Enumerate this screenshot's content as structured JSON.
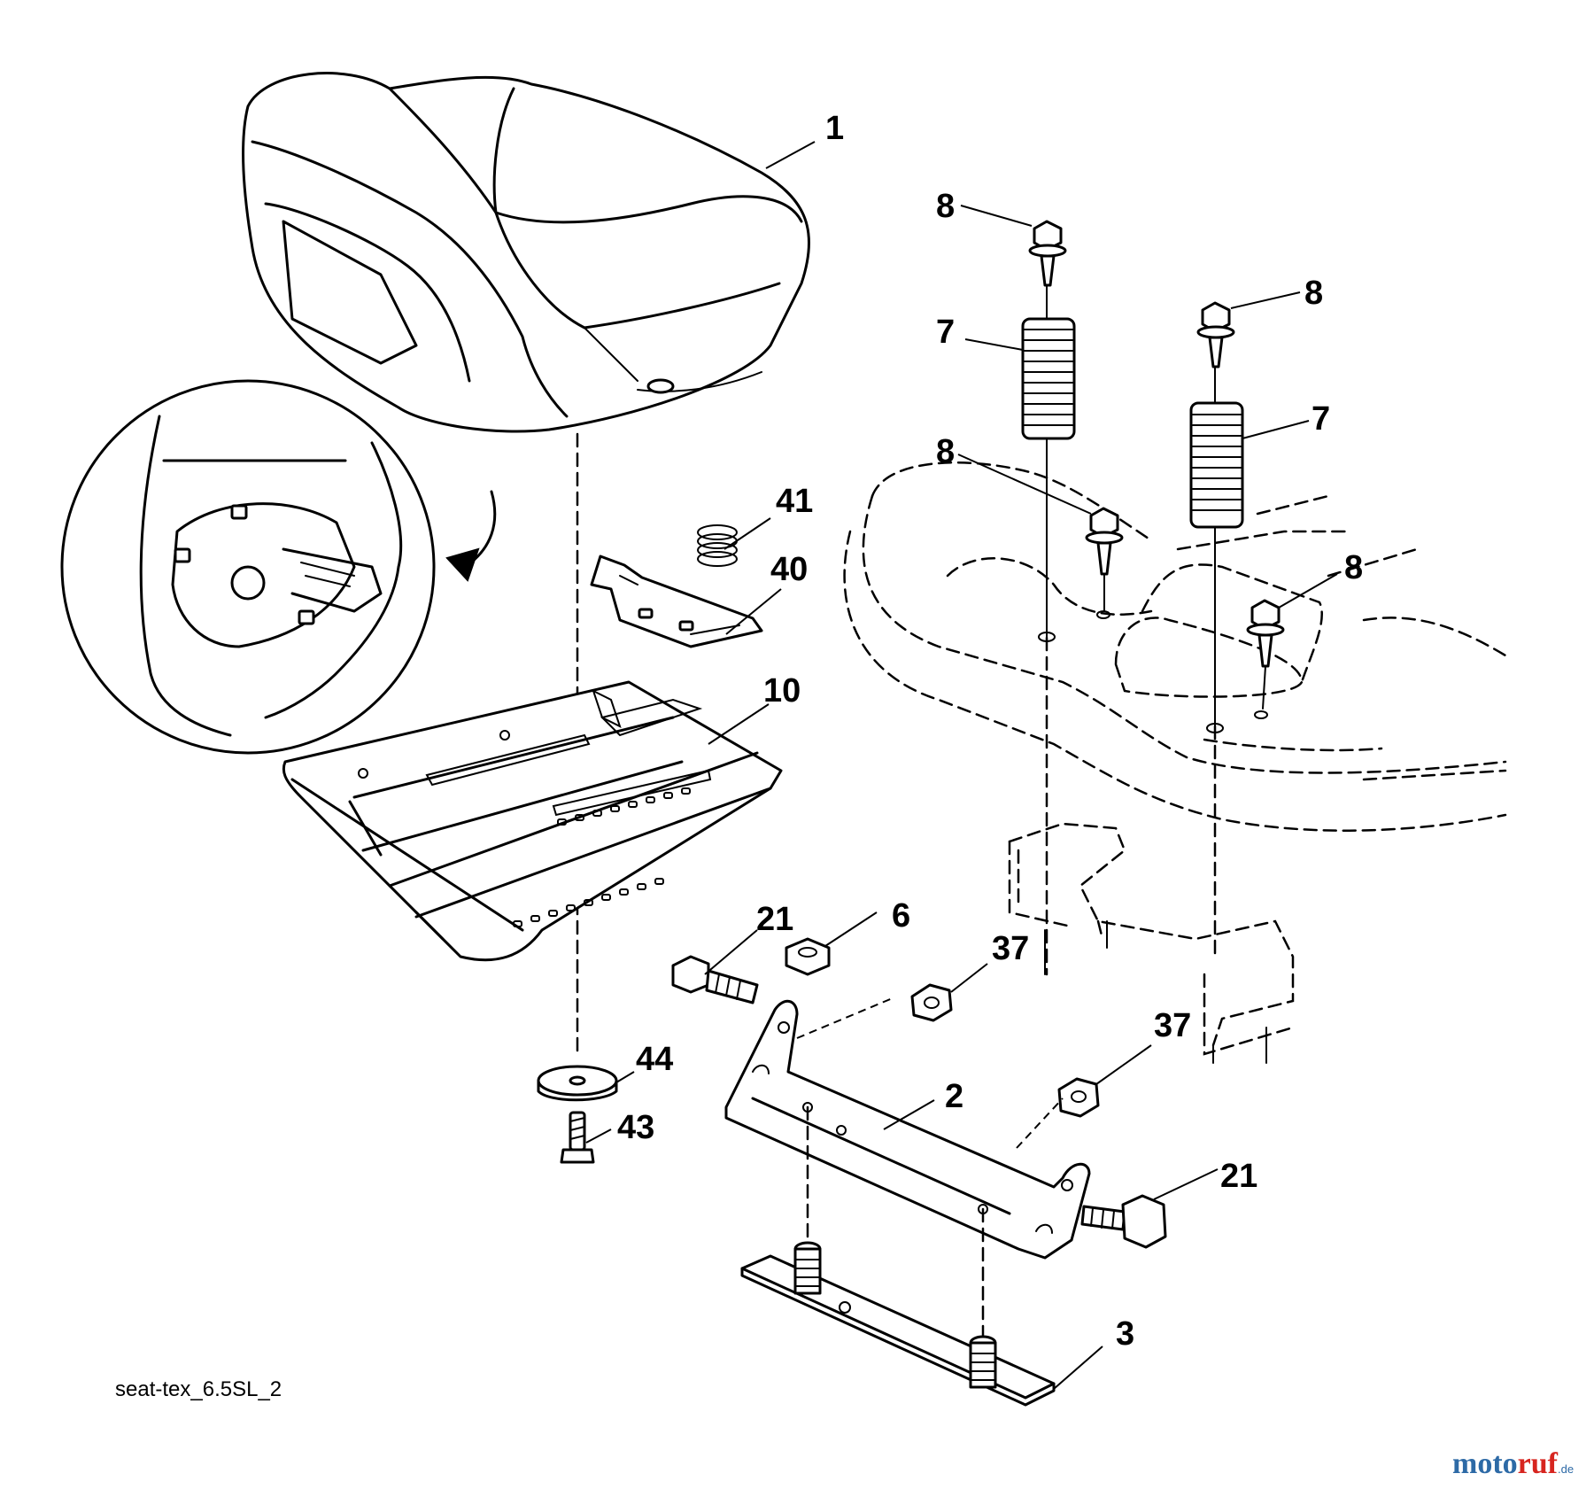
{
  "callouts": {
    "seat": "1",
    "bracket": "2",
    "base_plate": "3",
    "nut_6": "6",
    "spring_left": "7",
    "spring_right": "7",
    "bolt_top_left": "8",
    "bolt_top_right": "8",
    "bolt_mid_left": "8",
    "bolt_mid_right": "8",
    "seat_pan": "10",
    "bolt_21_left": "21",
    "bolt_21_right": "21",
    "nut_37_upper": "37",
    "nut_37_lower": "37",
    "switch_plate": "40",
    "small_spring": "41",
    "screw_43": "43",
    "washer_44": "44"
  },
  "drawing_code": "seat-tex_6.5SL_2",
  "watermark": {
    "part_a": "moto",
    "part_b": "ruf",
    "suffix": ".de"
  },
  "colors": {
    "line": "#000000",
    "watermark_blue": "#2d6aa6",
    "watermark_red": "#d7251f"
  }
}
